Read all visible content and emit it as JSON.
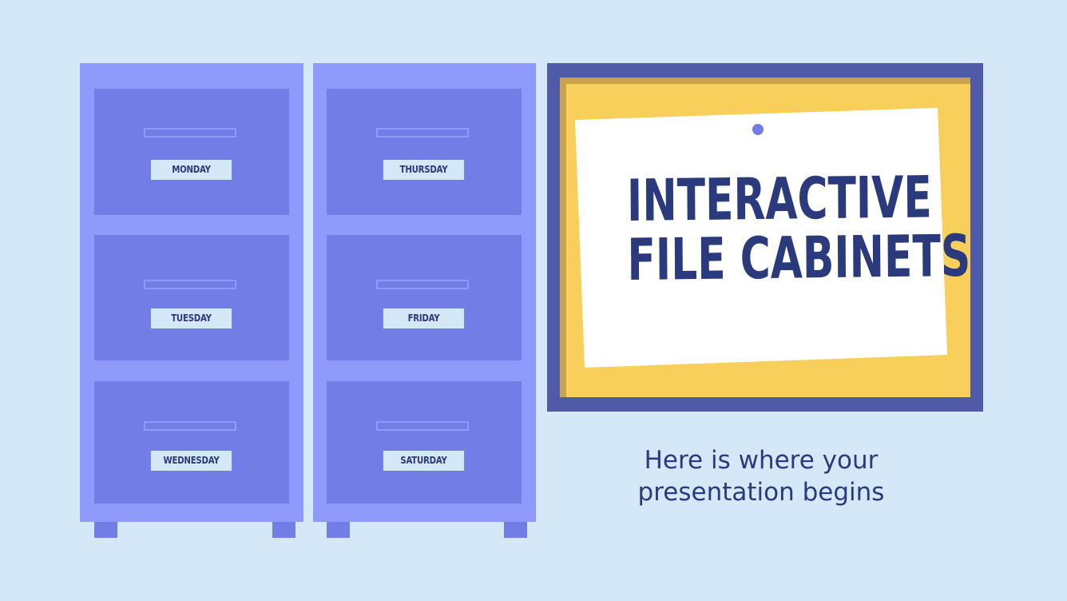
{
  "slide": {
    "title_line1": "INTERACTIVE",
    "title_line2": "FILE CABINETS",
    "subtitle_line1": "Here is where your",
    "subtitle_line2": "presentation begins"
  },
  "cabinets": [
    {
      "drawers": [
        {
          "label": "MONDAY"
        },
        {
          "label": "TUESDAY"
        },
        {
          "label": "WEDNESDAY"
        }
      ]
    },
    {
      "drawers": [
        {
          "label": "THURSDAY"
        },
        {
          "label": "FRIDAY"
        },
        {
          "label": "SATURDAY"
        }
      ]
    }
  ],
  "colors": {
    "background": "#d5e8f7",
    "cabinet": "#8f9afb",
    "drawer": "#737de6",
    "frame": "#4f5ba8",
    "cork": "#f9cf5c",
    "text": "#2b3a7d",
    "pin": "#737de6"
  }
}
